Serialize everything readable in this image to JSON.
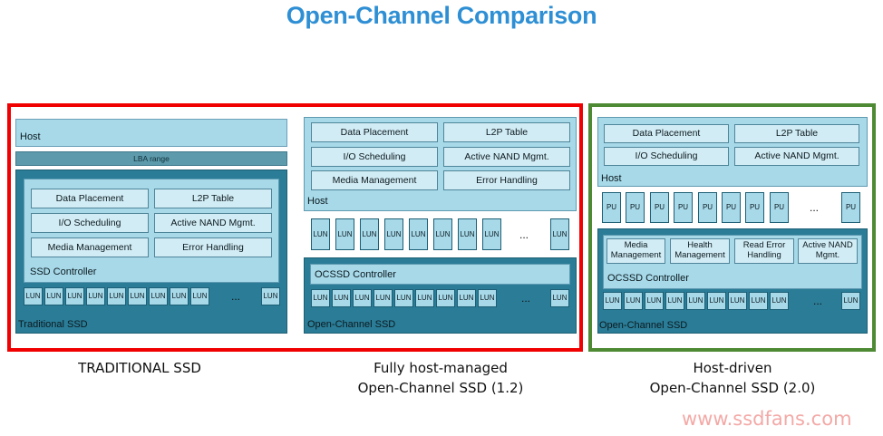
{
  "title": "Open-Channel Comparison",
  "watermark": "www.ssdfans.com",
  "traditional": {
    "host": "Host",
    "lba": "LBA range",
    "functions": [
      "Data Placement",
      "L2P Table",
      "I/O Scheduling",
      "Active NAND Mgmt.",
      "Media Management",
      "Error Handling"
    ],
    "controller": "SSD Controller",
    "unit": "LUN",
    "ellipsis": "...",
    "device": "Traditional SSD",
    "caption": "TRADITIONAL SSD"
  },
  "oc12": {
    "functions": [
      "Data Placement",
      "L2P Table",
      "I/O Scheduling",
      "Active NAND Mgmt.",
      "Media Management",
      "Error Handling"
    ],
    "host": "Host",
    "unit": "LUN",
    "ellipsis": "...",
    "controller": "OCSSD Controller",
    "device": "Open-Channel SSD",
    "caption_line1": "Fully host-managed",
    "caption_line2": "Open-Channel SSD (1.2)"
  },
  "oc20": {
    "host_functions": [
      "Data Placement",
      "L2P Table",
      "I/O Scheduling",
      "Active NAND Mgmt."
    ],
    "host": "Host",
    "pu": "PU",
    "ellipsis": "...",
    "device_functions": [
      "Media Management",
      "Health Management",
      "Read Error Handling",
      "Active NAND Mgmt."
    ],
    "controller": "OCSSD Controller",
    "unit": "LUN",
    "device": "Open-Channel SSD",
    "caption_line1": "Host-driven",
    "caption_line2": "Open-Channel SSD (2.0)"
  }
}
